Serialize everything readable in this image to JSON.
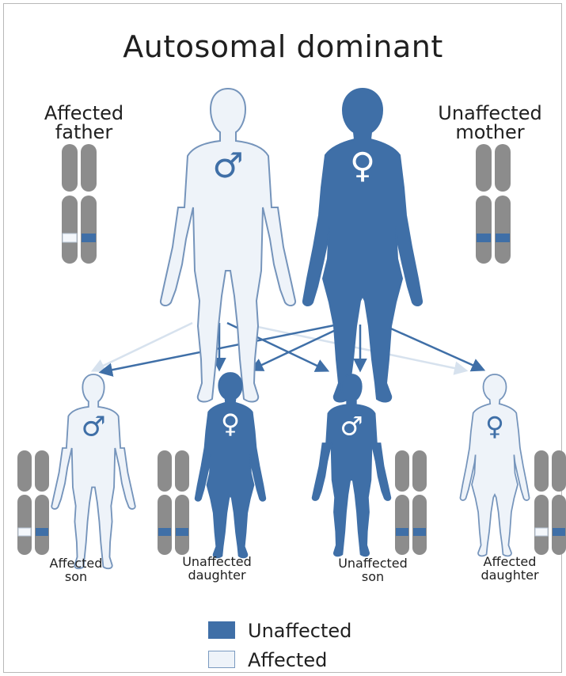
{
  "title": "Autosomal dominant",
  "colors": {
    "unaffected": "#3f6fa7",
    "affected": "#eef3f9",
    "outline": "#7594bb",
    "chromosome": "#8c8c8c",
    "arrow_unaffected": "#3f6fa7",
    "arrow_affected": "#d7e2ee"
  },
  "parents": [
    {
      "label": "Affected\nfather",
      "sex_symbol": "♂",
      "status": "affected"
    },
    {
      "label": "Unaffected\nmother",
      "sex_symbol": "♀",
      "status": "unaffected"
    }
  ],
  "children": [
    {
      "label": "Affected\nson",
      "sex_symbol": "♂",
      "status": "affected"
    },
    {
      "label": "Unaffected\ndaughter",
      "sex_symbol": "♀",
      "status": "unaffected"
    },
    {
      "label": "Unaffected\nson",
      "sex_symbol": "♂",
      "status": "unaffected"
    },
    {
      "label": "Affected\ndaughter",
      "sex_symbol": "♀",
      "status": "affected"
    }
  ],
  "legend": [
    {
      "label": "Unaffected",
      "status": "unaffected"
    },
    {
      "label": "Affected",
      "status": "affected"
    }
  ]
}
